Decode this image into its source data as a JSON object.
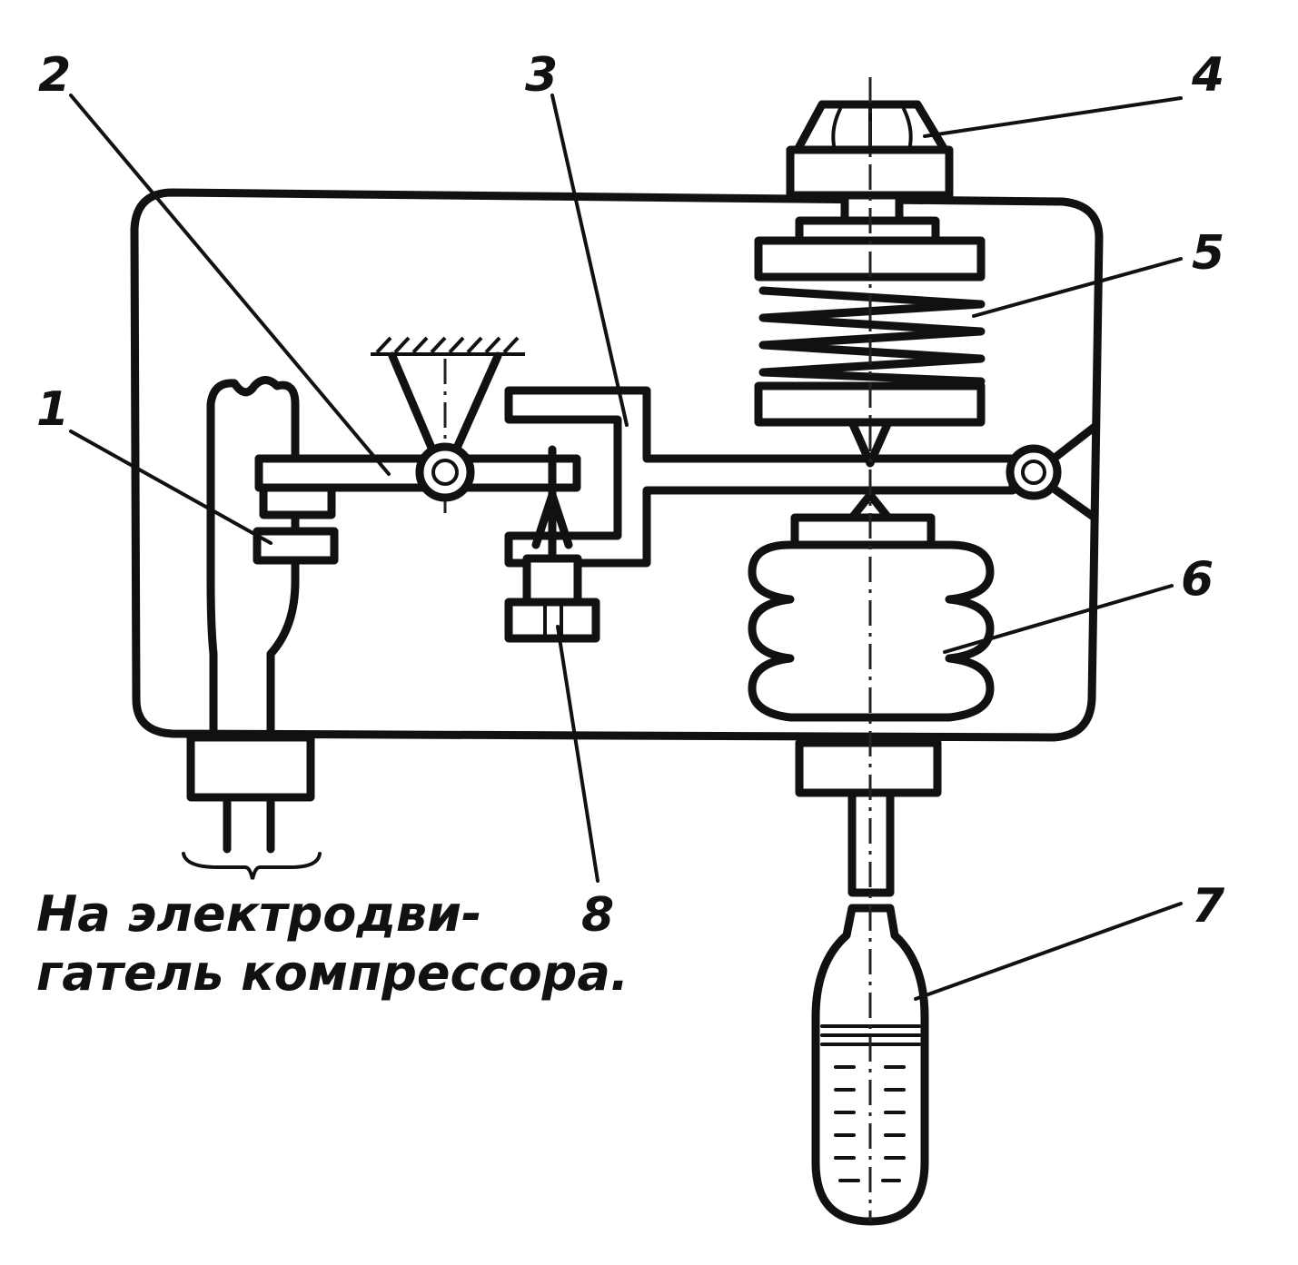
{
  "callouts": {
    "c1": "1",
    "c2": "2",
    "c3": "3",
    "c4": "4",
    "c5": "5",
    "c6": "6",
    "c7": "7",
    "c8": "8"
  },
  "caption": {
    "line1": "На электродви-",
    "line2": "гатель компрессора."
  },
  "colors": {
    "ink": "#111111",
    "paper": "#ffffff"
  }
}
